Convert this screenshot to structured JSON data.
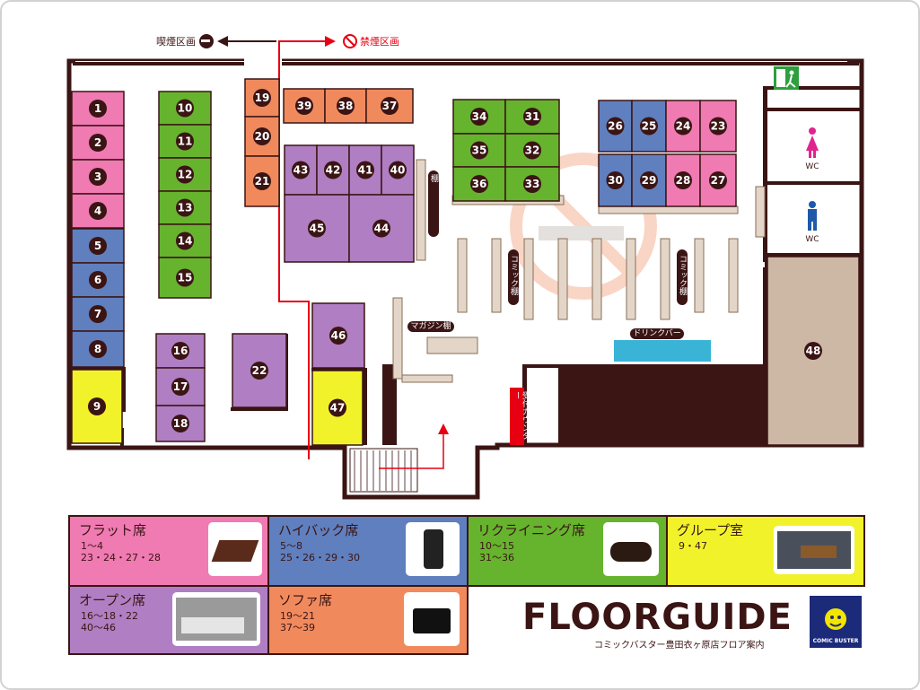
{
  "colors": {
    "wall": "#3b1414",
    "pink": "#f07ab2",
    "blue": "#5f7fbf",
    "green": "#66b32e",
    "yellow": "#f2f22a",
    "orange": "#f08a5d",
    "purple": "#b07ec2",
    "beige": "#d8c9bb",
    "tan": "#cdb8a6",
    "cyan": "#3ab4d6",
    "red": "#e60012"
  },
  "header": {
    "smoking_label": "喫煙区画",
    "nonsmoking_label": "禁煙区画"
  },
  "booths": {
    "b1": "1",
    "b2": "2",
    "b3": "3",
    "b4": "4",
    "b5": "5",
    "b6": "6",
    "b7": "7",
    "b8": "8",
    "b9": "9",
    "b10": "10",
    "b11": "11",
    "b12": "12",
    "b13": "13",
    "b14": "14",
    "b15": "15",
    "b16": "16",
    "b17": "17",
    "b18": "18",
    "b19": "19",
    "b20": "20",
    "b21": "21",
    "b22": "22",
    "b23": "23",
    "b24": "24",
    "b25": "25",
    "b26": "26",
    "b27": "27",
    "b28": "28",
    "b29": "29",
    "b30": "30",
    "b31": "31",
    "b32": "32",
    "b33": "33",
    "b34": "34",
    "b35": "35",
    "b36": "36",
    "b37": "37",
    "b38": "38",
    "b39": "39",
    "b40": "40",
    "b41": "41",
    "b42": "42",
    "b43": "43",
    "b44": "44",
    "b45": "45",
    "b46": "46",
    "b47": "47",
    "b48": "48"
  },
  "labels": {
    "new_shelf": "新刊・おすすめ棚",
    "comic_shelf_1": "コミック棚",
    "comic_shelf_2": "コミック棚",
    "magazine_shelf": "マガジン棚",
    "drink_bar": "ドリンクバー",
    "reception": "受付カウンター",
    "wc_female": "WC",
    "wc_male": "WC"
  },
  "legend": {
    "flat": {
      "title": "フラット席",
      "line1": "1〜4",
      "line2": "23・24・27・28"
    },
    "highback": {
      "title": "ハイバック席",
      "line1": "5〜8",
      "line2": "25・26・29・30"
    },
    "reclining": {
      "title": "リクライニング席",
      "line1": "10〜15",
      "line2": "31〜36"
    },
    "group": {
      "title": "グループ室",
      "line1": "9・47"
    },
    "open": {
      "title": "オープン席",
      "line1": "16〜18・22",
      "line2": "40〜46"
    },
    "sofa": {
      "title": "ソファ席",
      "line1": "19〜21",
      "line2": "37〜39"
    }
  },
  "footer": {
    "title": "FLOORGUIDE",
    "subtitle": "コミックバスター豊田衣ヶ原店フロア案内",
    "logo_text": "COMIC BUSTER"
  },
  "icons": {
    "smoking": "smoking-icon",
    "nonsmoking": "no-smoking-icon",
    "exit": "emergency-exit-icon",
    "female": "female-toilet-icon",
    "male": "male-toilet-icon"
  }
}
